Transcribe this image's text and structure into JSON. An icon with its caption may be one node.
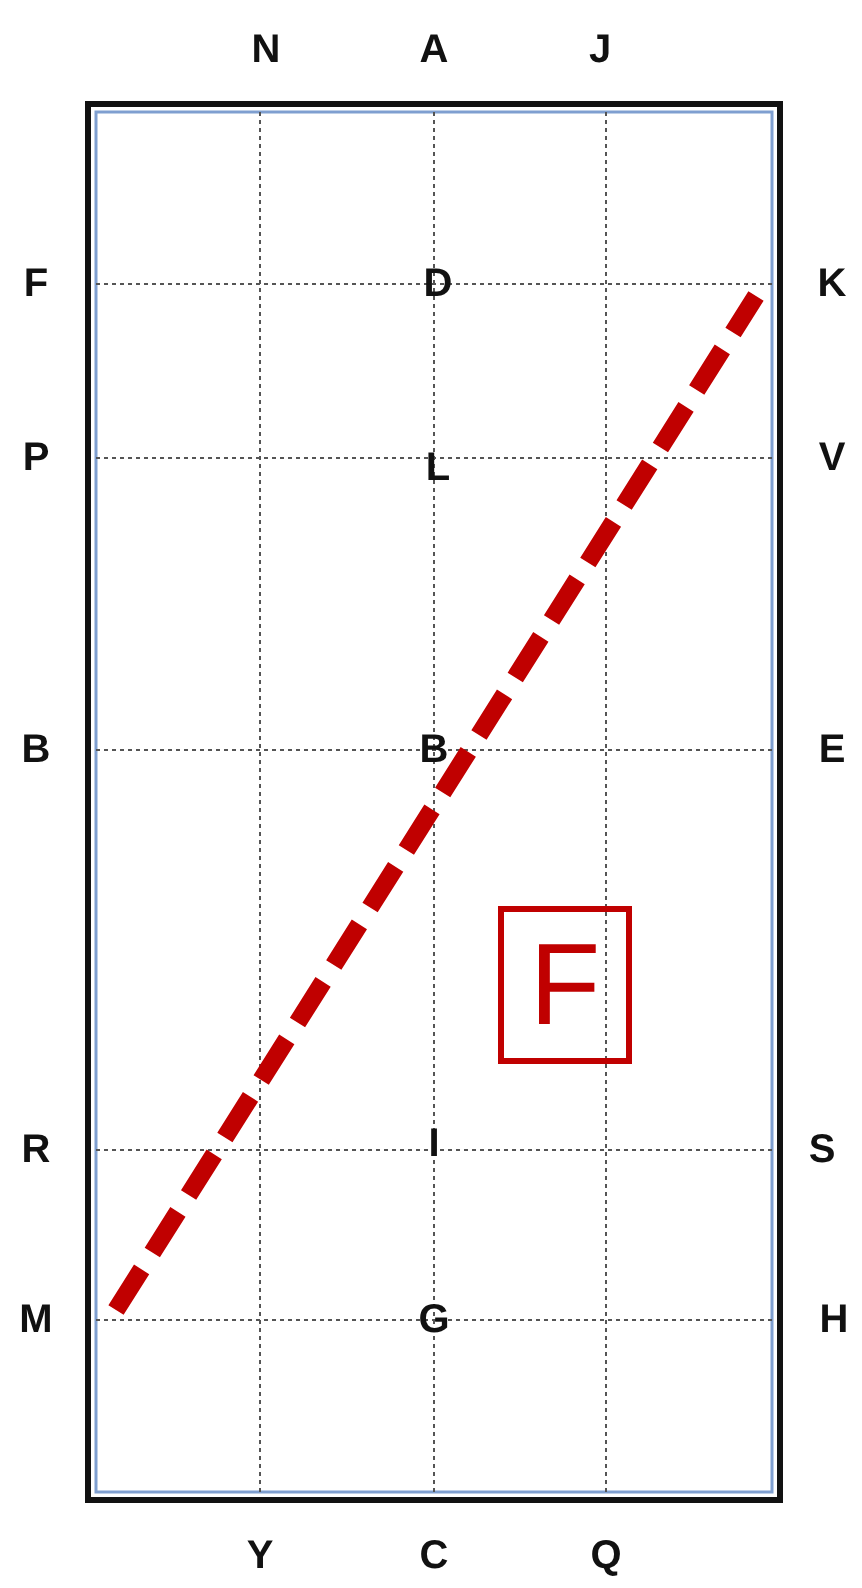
{
  "diagram": {
    "nodes": [
      {
        "text": [
          "F"
        ]
      }
    ],
    "labels": [
      "N",
      "A",
      "J",
      "F",
      "D",
      "K",
      "P",
      "L",
      "V",
      "B",
      "B",
      "E",
      "R",
      "I",
      "S",
      "M",
      "G",
      "H",
      "Y",
      "C",
      "Q"
    ]
  }
}
